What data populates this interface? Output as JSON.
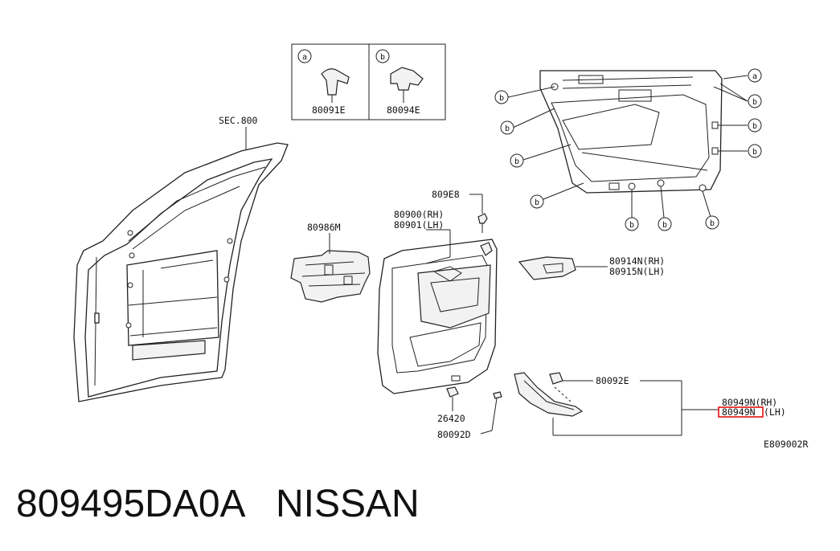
{
  "diagram": {
    "section_ref": "SEC.800",
    "clip_legend": [
      {
        "letter": "a",
        "part": "80091E"
      },
      {
        "letter": "b",
        "part": "80094E"
      }
    ],
    "callouts": {
      "a": "a",
      "b": "b"
    },
    "labels": {
      "p809E8": "809E8",
      "p80900": "80900(RH)",
      "p80901": "80901(LH)",
      "p80986M": "80986M",
      "p80914N": "80914N(RH)",
      "p80915N": "80915N(LH)",
      "p80092E": "80092E",
      "p80949N_rh": "80949N(RH)",
      "p80949N_lh_part": "80949N",
      "p80949N_lh_suffix": "(LH)",
      "p26420": "26420",
      "p80092D": "80092D",
      "diagram_code": "E809002R"
    },
    "highlight_color": "#e00000"
  },
  "caption": {
    "part_number": "809495DA0A",
    "brand": "NISSAN"
  }
}
